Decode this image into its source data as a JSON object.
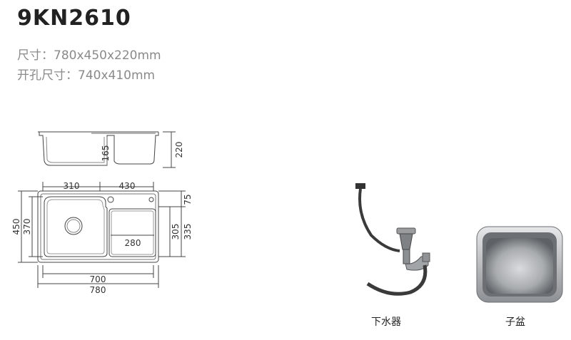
{
  "model": "9KN2610",
  "specs": {
    "size": "尺寸：780x450x220mm",
    "cutout": "开孔尺寸：740x410mm"
  },
  "dims": {
    "side_depth": "165",
    "side_height": "220",
    "top_left": "310",
    "top_right": "430",
    "outer_h": "450",
    "inner_h": "370",
    "right_top": "75",
    "right_inner": "305",
    "right_total": "335",
    "small_w": "280",
    "inner_w": "700",
    "outer_w": "780"
  },
  "captions": {
    "drain": "下水器",
    "basket": "子盆"
  },
  "colors": {
    "line": "#333333",
    "steel": "#b8babc"
  }
}
